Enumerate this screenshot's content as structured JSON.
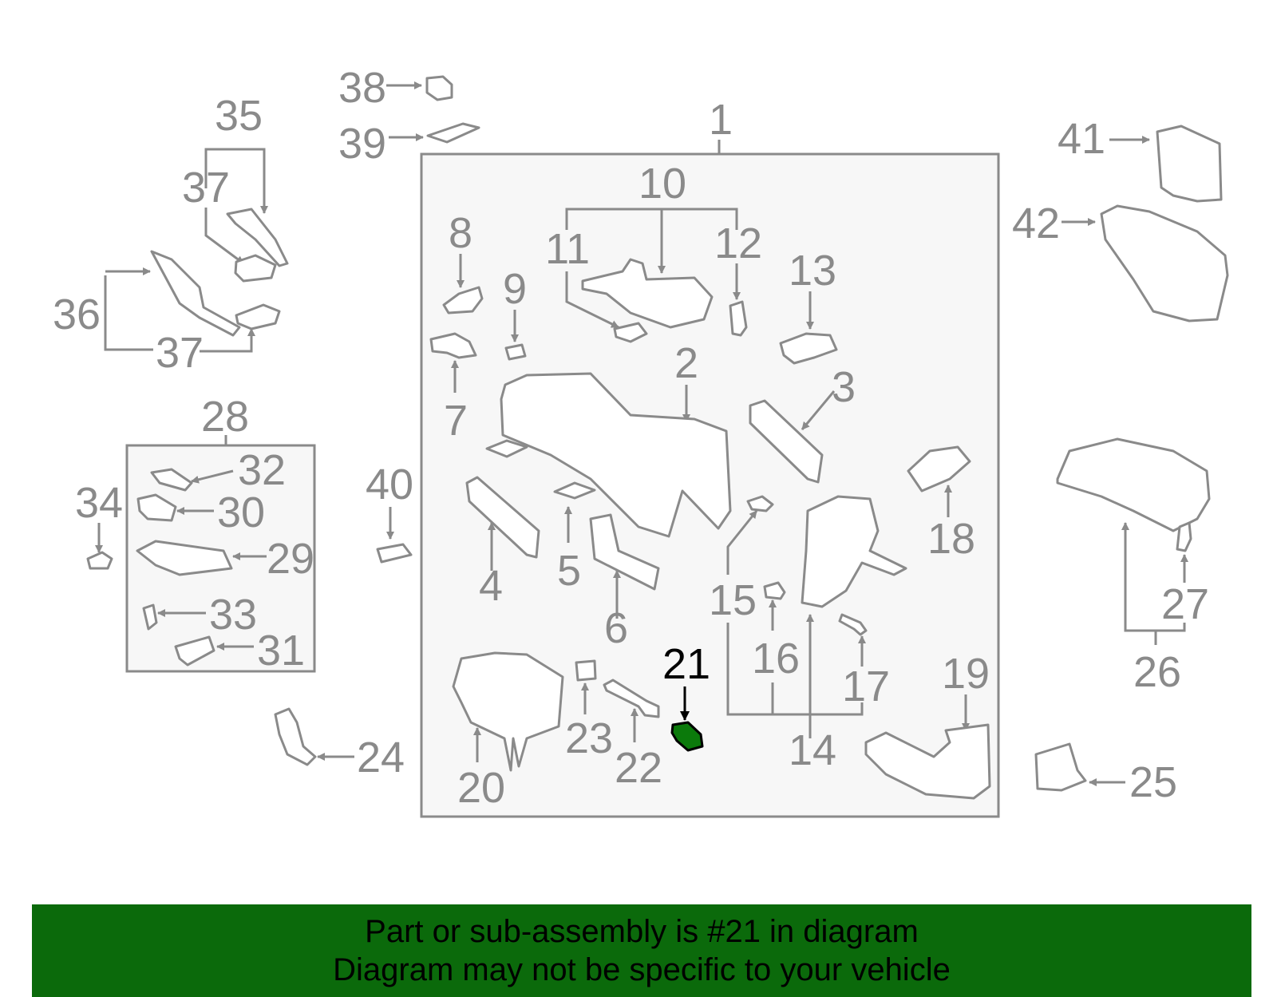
{
  "diagram": {
    "highlight_part": "21",
    "colors": {
      "line": "#8a8a8a",
      "highlight_line": "#000000",
      "highlight_fill": "#0b7a0b",
      "frame_fill": "#f7f7f7",
      "footer_bg": "#0b6a0b"
    },
    "callouts": {
      "c1": "1",
      "c2": "2",
      "c3": "3",
      "c4": "4",
      "c5": "5",
      "c6": "6",
      "c7": "7",
      "c8": "8",
      "c9": "9",
      "c10": "10",
      "c11": "11",
      "c12": "12",
      "c13": "13",
      "c14": "14",
      "c15": "15",
      "c16": "16",
      "c17": "17",
      "c18": "18",
      "c19": "19",
      "c20": "20",
      "c21": "21",
      "c22": "22",
      "c23": "23",
      "c24": "24",
      "c25": "25",
      "c26": "26",
      "c27": "27",
      "c28": "28",
      "c29": "29",
      "c30": "30",
      "c31": "31",
      "c32": "32",
      "c33": "33",
      "c34": "34",
      "c35": "35",
      "c36": "36",
      "c37a": "37",
      "c37b": "37",
      "c38": "38",
      "c39": "39",
      "c40": "40",
      "c41": "41",
      "c42": "42"
    }
  },
  "footer": {
    "line1": "Part or sub-assembly is #21 in diagram",
    "line2": "Diagram may not be specific to your vehicle"
  }
}
